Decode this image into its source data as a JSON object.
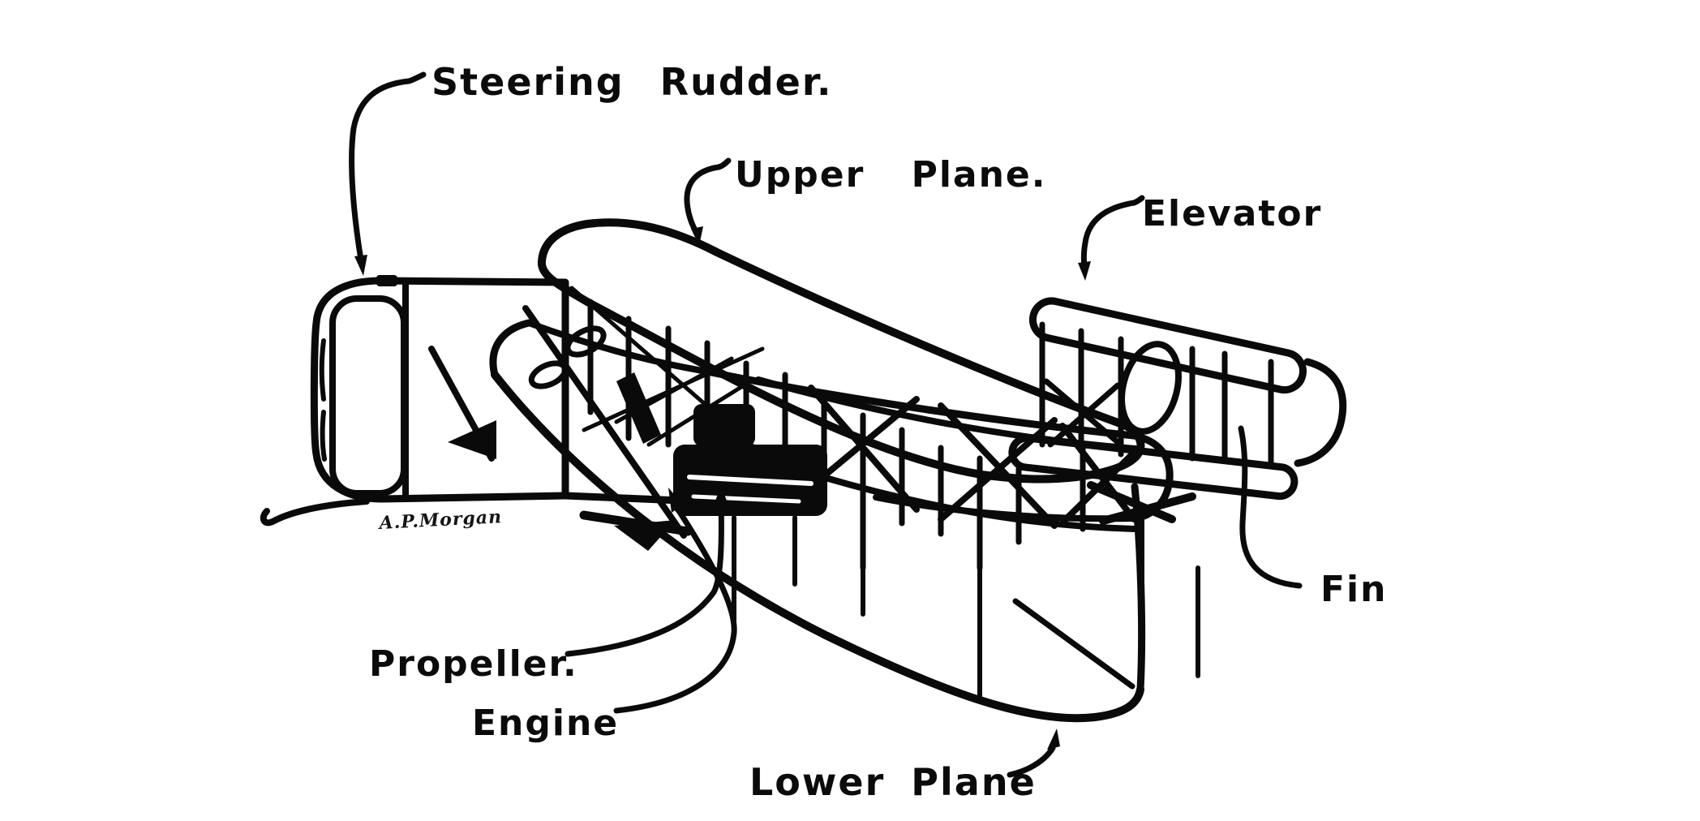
{
  "figure": {
    "type": "hand-drawn line diagram",
    "subject": "Wright-type biplane (model aeroplane) perspective drawing with part callouts",
    "background_color": "#ffffff",
    "ink_color": "#0a0a0a"
  },
  "callouts": {
    "steering_rudder": "Steering Rudder.",
    "upper_plane": "Upper Plane.",
    "elevator": "Elevator",
    "fin": "Fin",
    "propeller": "Propeller.",
    "engine": "Engine",
    "lower_plane": "Lower Plane"
  },
  "signature": "A.P.Morgan"
}
